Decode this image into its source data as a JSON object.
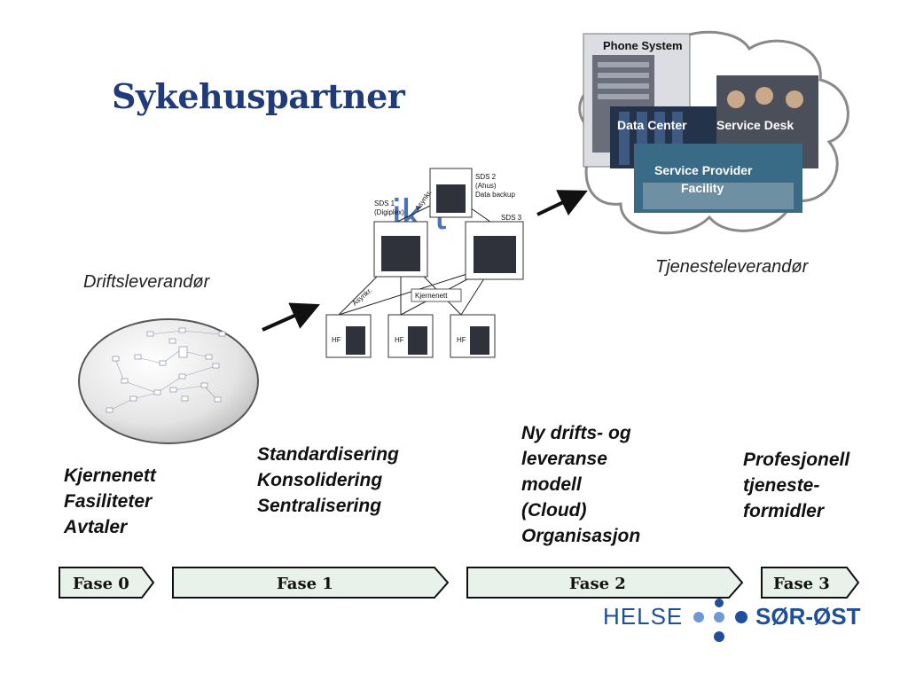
{
  "title": "Sykehuspartner",
  "labels": {
    "driftsleverandor": "Driftsleverandør",
    "tjenesteleverandor": "Tjenesteleverandør"
  },
  "cloud": {
    "phone_system": "Phone System",
    "data_center": "Data Center",
    "service_desk": "Service Desk",
    "service_provider_line1": "Service Provider",
    "service_provider_line2": "Facility"
  },
  "network": {
    "sds1_line1": "SDS 1",
    "sds1_line2": "(Digiplex)",
    "sds2_line1": "SDS 2",
    "sds2_line2": "(Ahus)",
    "sds2_line3": "Data backup",
    "sds3": "SDS 3",
    "asynkr_top": "Asynkr.",
    "asynkr_left": "Asynkr.",
    "kjernenett": "Kjernenett",
    "hf1": "HF",
    "hf2": "HF",
    "hf3": "HF"
  },
  "phases": {
    "fase0": {
      "label": "Fase 0",
      "lines": [
        "Kjernenett",
        "Fasiliteter",
        "Avtaler"
      ]
    },
    "fase1": {
      "label": "Fase 1",
      "lines": [
        "Standardisering",
        "Konsolidering",
        "Sentralisering"
      ]
    },
    "fase2": {
      "label": "Fase 2",
      "lines": [
        "Ny drifts- og",
        "leveranse",
        "modell",
        "(Cloud)",
        "Organisasjon"
      ]
    },
    "fase3": {
      "label": "Fase 3",
      "lines": [
        "Profesjonell",
        "tjeneste-",
        "formidler"
      ]
    }
  },
  "logo": {
    "helse": "HELSE",
    "region": "SØR-ØST",
    "colors": {
      "blue": "#1f4f9a",
      "light_blue": "#6f98d4"
    }
  },
  "colors": {
    "title": "#1f3b7a",
    "phase_fill": "#e8f1ea",
    "arrow": "#111111"
  }
}
